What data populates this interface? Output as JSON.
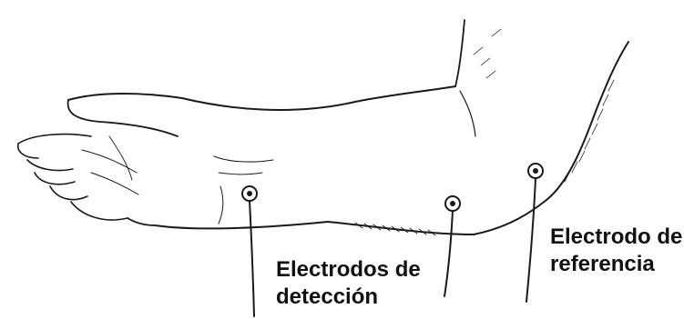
{
  "labels": {
    "detection": {
      "line1": "Electrodos de",
      "line2": "detección"
    },
    "reference": {
      "line1": "Electrodo de",
      "line2": "referencia"
    }
  },
  "colors": {
    "ink": "#111111",
    "background": "#ffffff"
  }
}
